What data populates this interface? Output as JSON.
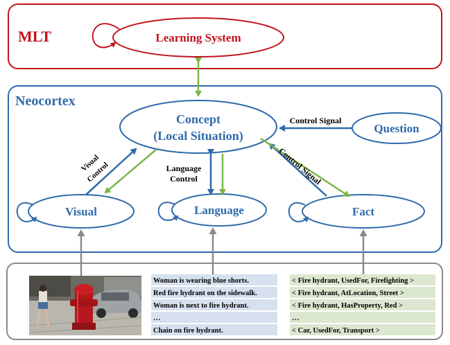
{
  "mlt": {
    "title": "MLT",
    "learning_system": "Learning System"
  },
  "neocortex": {
    "title": "Neocortex",
    "concept_line1": "Concept",
    "concept_line2": "(Local Situation)",
    "question": "Question",
    "visual": "Visual",
    "language": "Language",
    "fact": "Fact"
  },
  "edge_labels": {
    "control_signal_question": "Control Signal",
    "control_signal_fact": "Control Signal",
    "visual_control_1": "Visual",
    "visual_control_2": "Control",
    "language_control_1": "Language",
    "language_control_2": "Control"
  },
  "captions": [
    "Woman is wearing blue shorts.",
    "Red fire hydrant on the sidewalk.",
    "Woman is next to fire hydrant.",
    "…",
    "Chain on fire hydrant."
  ],
  "facts": [
    "< Fire hydrant, UsedFor, Firefighting >",
    "< Fire hydrant, AtLocation, Street >",
    "< Fire hydrant, HasProperty, Red >",
    "…",
    "< Car, UsedFor, Transport >"
  ],
  "colors": {
    "mlt_border": "#c0141b",
    "mlt_text": "#c0141b",
    "neo_border": "#2e6aab",
    "neo_text": "#2e6aab",
    "green_arrow": "#7ab648",
    "blue_arrow": "#2e6aab",
    "gray_arrow": "#8a8a8a",
    "caption_bg": "#d6e0ef",
    "fact_bg": "#dbe8cf"
  }
}
